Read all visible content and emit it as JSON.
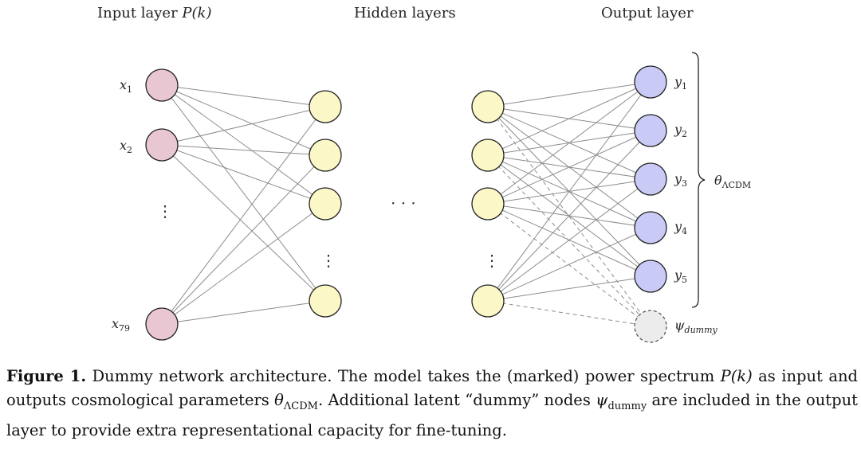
{
  "titles": {
    "input": "Input layer",
    "input_func": "P(k)",
    "hidden": "Hidden layers",
    "output": "Output layer"
  },
  "input_labels": [
    {
      "base": "x",
      "sub": "1"
    },
    {
      "base": "x",
      "sub": "2"
    },
    {
      "base": "x",
      "sub": "79"
    }
  ],
  "output_labels": [
    {
      "base": "y",
      "sub": "1"
    },
    {
      "base": "y",
      "sub": "2"
    },
    {
      "base": "y",
      "sub": "3"
    },
    {
      "base": "y",
      "sub": "4"
    },
    {
      "base": "y",
      "sub": "5"
    }
  ],
  "brace_label": {
    "base": "θ",
    "sub": "ΛCDM"
  },
  "dummy_label": {
    "base": "ψ",
    "sub": "dummy"
  },
  "ellipsis": "⋮",
  "hidden_ellipsis": "· · ·",
  "colors": {
    "input_fill": "#e8c6d2",
    "hidden_fill": "#fbf7c7",
    "output_fill": "#c9caf6",
    "dummy_fill": "#ececec",
    "stroke": "#222222",
    "edge": "#8c8c8c"
  },
  "caption": {
    "label": "Figure 1.",
    "part1": "Dummy network architecture. The model takes the (marked) power spectrum ",
    "pk": "P(k)",
    "part2": " as input and outputs cosmological parameters ",
    "theta": "θ",
    "theta_sub": "ΛCDM",
    "part3": ". Additional latent “dummy” nodes ",
    "psi": "ψ",
    "psi_sub": "dummy",
    "part4": " are included in the output layer to provide extra representational capacity for fine-tuning."
  }
}
